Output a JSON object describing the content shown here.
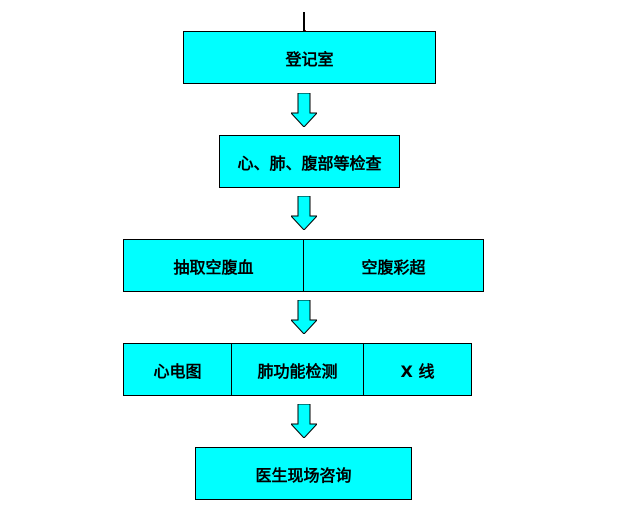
{
  "flow": {
    "step1": "登记室",
    "step2": "心、肺、腹部等检查",
    "step3": [
      "抽取空腹血",
      "空腹彩超"
    ],
    "step4": [
      "心电图",
      "肺功能检测",
      "X 线"
    ],
    "step5": "医生现场咨询"
  },
  "colors": {
    "box_fill": "#00ffff",
    "arrow_fill": "#00ffff",
    "border": "#000000"
  }
}
